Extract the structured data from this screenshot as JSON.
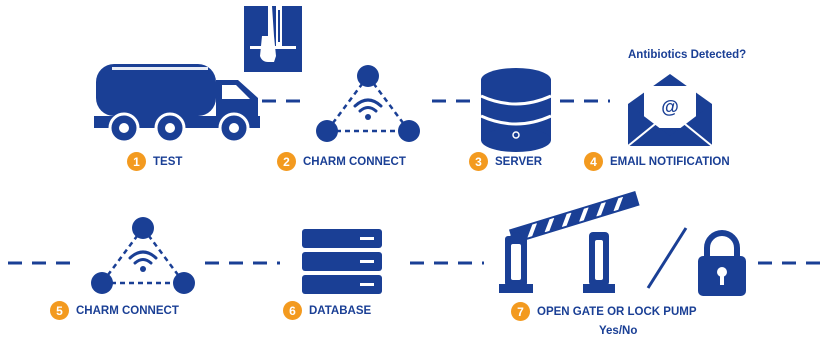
{
  "colors": {
    "primary": "#1a3f95",
    "accent": "#f39a1f",
    "background": "#ffffff"
  },
  "question": "Antibiotics Detected?",
  "steps": [
    {
      "number": "1",
      "label": "TEST",
      "icon": "tanker-truck-icon"
    },
    {
      "number": "2",
      "label": "CHARM CONNECT",
      "icon": "wifi-network-triangle-icon"
    },
    {
      "number": "3",
      "label": "SERVER",
      "icon": "database-server-icon"
    },
    {
      "number": "4",
      "label": "EMAIL NOTIFICATION",
      "icon": "email-envelope-icon"
    },
    {
      "number": "5",
      "label": "CHARM CONNECT",
      "icon": "wifi-network-triangle-icon"
    },
    {
      "number": "6",
      "label": "DATABASE",
      "icon": "server-rack-icon"
    },
    {
      "number": "7",
      "label": "OPEN GATE OR LOCK PUMP",
      "icon": "gate-barrier-and-padlock-icon"
    }
  ],
  "step7_sublabel": "Yes/No"
}
